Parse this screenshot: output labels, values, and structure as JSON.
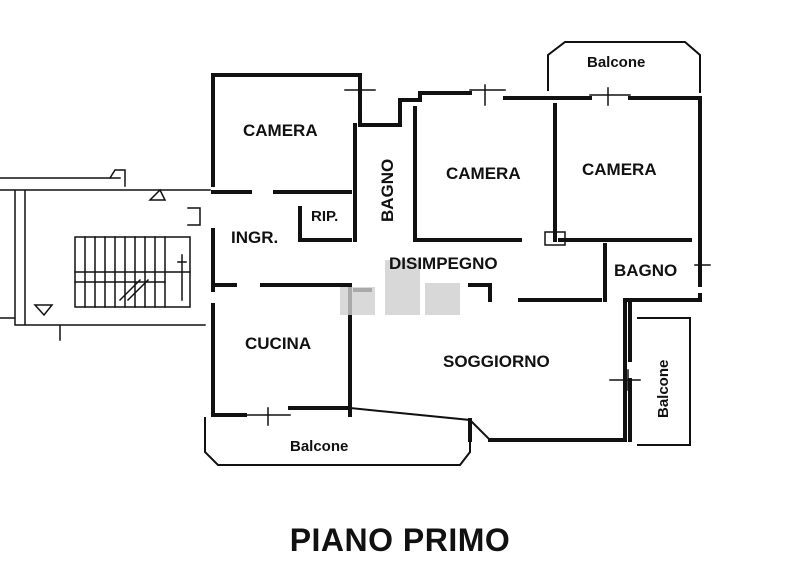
{
  "plan": {
    "title": "PIANO PRIMO",
    "rooms": {
      "camera_1": "CAMERA",
      "camera_2": "CAMERA",
      "camera_3": "CAMERA",
      "bagno_1": "BAGNO",
      "bagno_2": "BAGNO",
      "ingresso": "INGR.",
      "ripostiglio": "RIP.",
      "disimpegno": "DISIMPEGNO",
      "cucina": "CUCINA",
      "soggiorno": "SOGGIORNO"
    },
    "balconies": {
      "top": "Balcone",
      "bottom": "Balcone",
      "right": "Balcone"
    }
  }
}
